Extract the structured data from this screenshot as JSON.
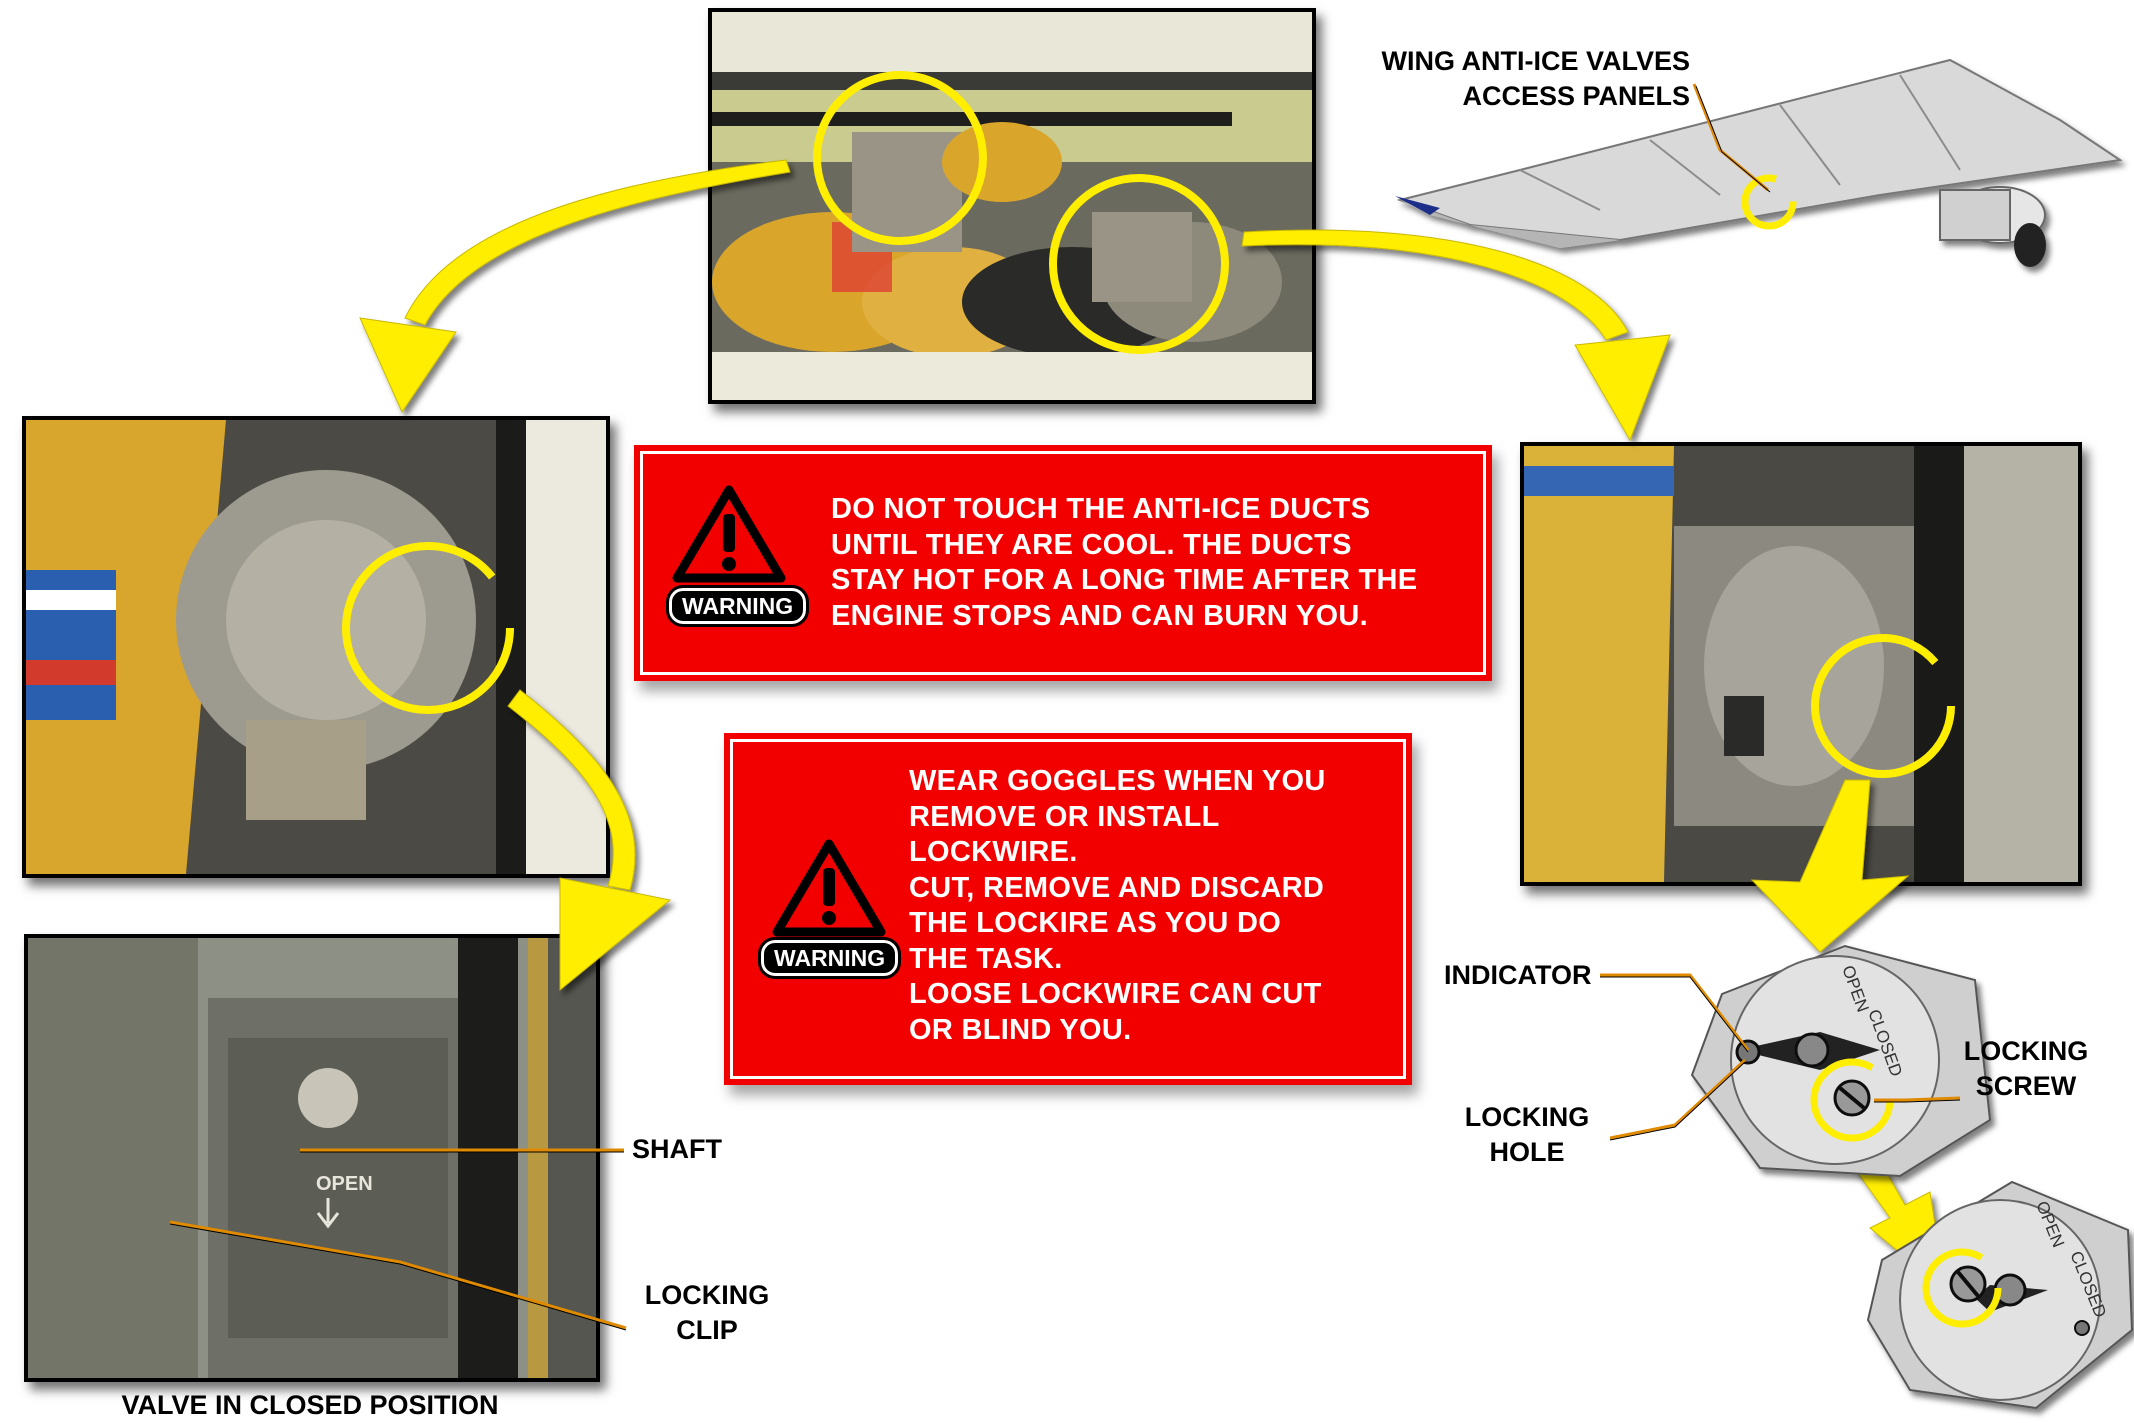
{
  "warnings": [
    {
      "badge": "WARNING",
      "text": "DO NOT TOUCH THE ANTI-ICE DUCTS\nUNTIL THEY ARE COOL. THE DUCTS\nSTAY HOT FOR A LONG TIME AFTER THE\nENGINE STOPS AND CAN BURN YOU."
    },
    {
      "badge": "WARNING",
      "text": "WEAR GOGGLES WHEN YOU\nREMOVE OR INSTALL\nLOCKWIRE.\nCUT, REMOVE AND DISCARD\nTHE LOCKIRE AS YOU DO\nTHE TASK.\nLOOSE LOCKWIRE CAN CUT\nOR BLIND YOU."
    }
  ],
  "labels": {
    "access_panels": "WING ANTI-ICE VALVES\nACCESS PANELS",
    "shaft": "SHAFT",
    "locking_clip": "LOCKING\nCLIP",
    "valve_closed": "VALVE IN CLOSED POSITION",
    "indicator": "INDICATOR",
    "locking_hole": "LOCKING\nHOLE",
    "locking_screw": "LOCKING\nSCREW",
    "dial_open": "OPEN",
    "dial_closed": "CLOSED",
    "valve_open_mark": "OPEN"
  },
  "colors": {
    "highlight": "#ffee00",
    "warning_red": "#f20000",
    "leader": "#e08a00"
  }
}
